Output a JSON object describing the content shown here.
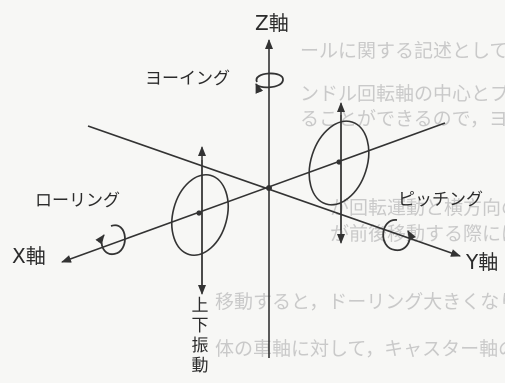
{
  "diagram": {
    "axes": {
      "z": "Z軸",
      "x": "X軸",
      "y": "Y軸"
    },
    "motions": {
      "yawing": "ヨーイング",
      "rolling": "ローリング",
      "pitching": "ピッチング",
      "vertical_vibration": [
        "上",
        "下",
        "振",
        "動"
      ]
    },
    "background_text": [
      "ールに関する記述として，適切なものは次",
      "ンドル回転軸の中心とプロフト・フォーク",
      "ることができるので，ヨー不安定になるとも",
      "が回転運動と横方向の振動が同時に",
      "が前後移動する際にはほぼ構造を通",
      "移動すると，ドーリング大きくなり，走行時",
      "体の車軸に対して，キャスター軸の中心と"
    ]
  }
}
